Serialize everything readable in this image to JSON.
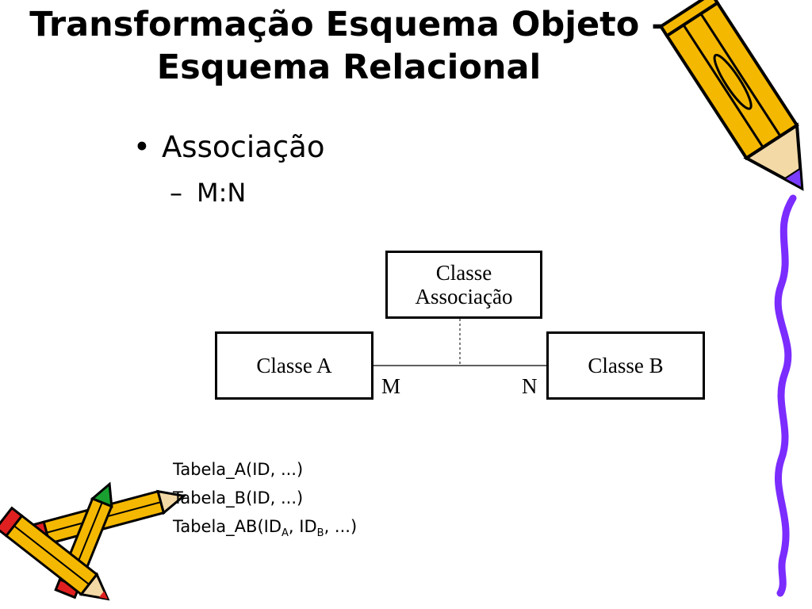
{
  "title": {
    "line1": "Transformação Esquema Objeto –",
    "line2": "Esquema Relacional"
  },
  "bullets": {
    "level1": {
      "marker": "•",
      "text": "Associação"
    },
    "level2": {
      "marker": "–",
      "text": "M:N"
    }
  },
  "diagram": {
    "class_a": "Classe A",
    "class_b": "Classe B",
    "association_class_line1": "Classe",
    "association_class_line2": "Associação",
    "mult_a": "M",
    "mult_b": "N"
  },
  "tables": {
    "table_a": "Tabela_A(ID, ...)",
    "table_b": "Tabela_B(ID, ...)",
    "table_ab_prefix": "Tabela_AB(ID",
    "table_ab_sub1": "A",
    "table_ab_mid": ", ID",
    "table_ab_sub2": "B",
    "table_ab_suffix": ", ...)"
  },
  "icons": [
    "pencil-icon",
    "pencils-icon",
    "squiggle-decoration"
  ],
  "colors": {
    "pencil_body": "#f5b800",
    "pencil_tip": "#7a3cff",
    "squiggle": "#7b2cff",
    "eraser_red": "#e02020",
    "eraser_green": "#1aa030"
  }
}
